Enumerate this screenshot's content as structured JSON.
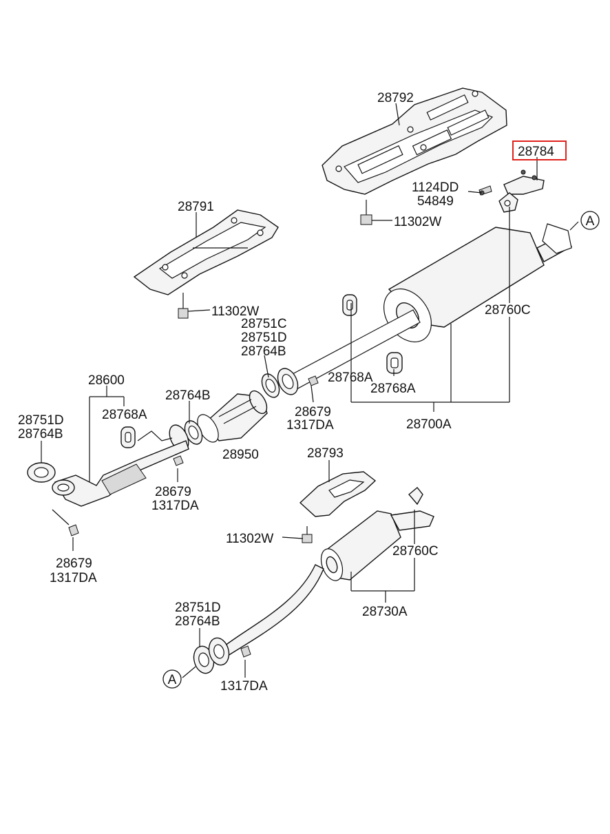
{
  "labels": {
    "p28792": "28792",
    "p28784": "28784",
    "p1124dd": "1124DD",
    "p54849": "54849",
    "p11302w_top": "11302W",
    "ref_a_top": "A",
    "p28791": "28791",
    "p11302w_mid": "11302W",
    "p28760c_top": "28760C",
    "p28751c": "28751C",
    "p28751d_mid": "28751D",
    "p28764b_mid": "28764B",
    "p28768a_mid": "28768A",
    "p28768a_right": "28768A",
    "p28700a": "28700A",
    "p28600": "28600",
    "p28764b_left": "28764B",
    "p28751d_left": "28751D",
    "p28764b_left2": "28764B",
    "p28768a_left": "28768A",
    "p28679_mid": "28679",
    "p1317da_mid": "1317DA",
    "p28950": "28950",
    "p28679_low": "28679",
    "p1317da_low": "1317DA",
    "p28679_bottom": "28679",
    "p1317da_bottom": "1317DA",
    "p28793": "28793",
    "p11302w_low": "11302W",
    "p28760c_low": "28760C",
    "p28730a": "28730A",
    "p28751d_bot": "28751D",
    "p28764b_bot": "28764B",
    "ref_a_bot": "A",
    "p1317da_end": "1317DA"
  },
  "highlight_color": "#e0201b"
}
